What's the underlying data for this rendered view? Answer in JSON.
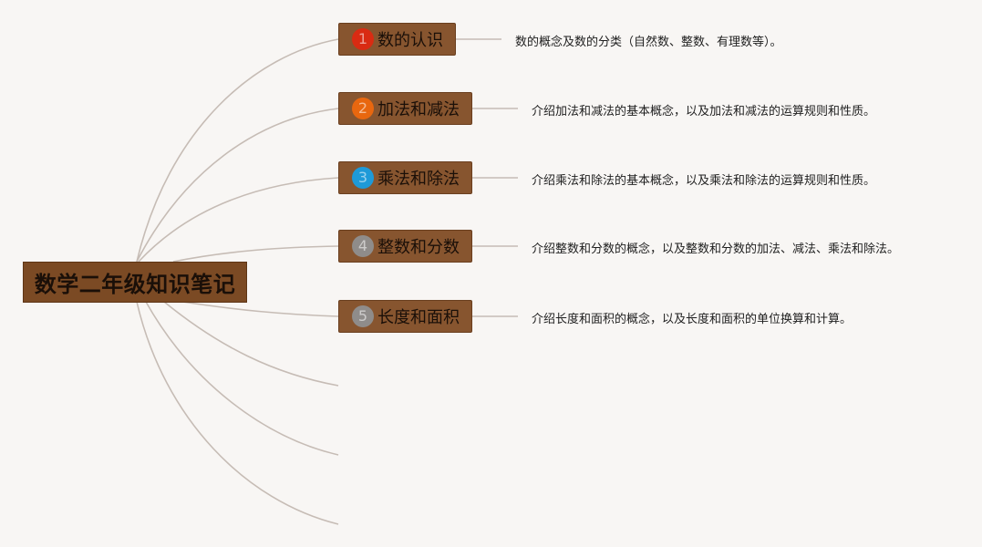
{
  "root": {
    "label": "数学二年级知识笔记"
  },
  "colors": {
    "background": "#f8f6f4",
    "connector": "#c6bcb5",
    "node_fill": "#87552f",
    "root_fill": "#7b4a24"
  },
  "topics": [
    {
      "number": "1",
      "label": "数的认识",
      "badge_color": "#d92b12",
      "description": "数的概念及数的分类（自然数、整数、有理数等）。"
    },
    {
      "number": "2",
      "label": "加法和减法",
      "badge_color": "#e8670f",
      "description": "介绍加法和减法的基本概念，以及加法和减法的运算规则和性质。"
    },
    {
      "number": "3",
      "label": "乘法和除法",
      "badge_color": "#1e9ad8",
      "description": "介绍乘法和除法的基本概念，以及乘法和除法的运算规则和性质。"
    },
    {
      "number": "4",
      "label": "整数和分数",
      "badge_color": "#8f8c8a",
      "description": "介绍整数和分数的概念，以及整数和分数的加法、减法、乘法和除法。"
    },
    {
      "number": "5",
      "label": "长度和面积",
      "badge_color": "#8f8c8a",
      "description": "介绍长度和面积的概念，以及长度和面积的单位换算和计算。"
    }
  ]
}
